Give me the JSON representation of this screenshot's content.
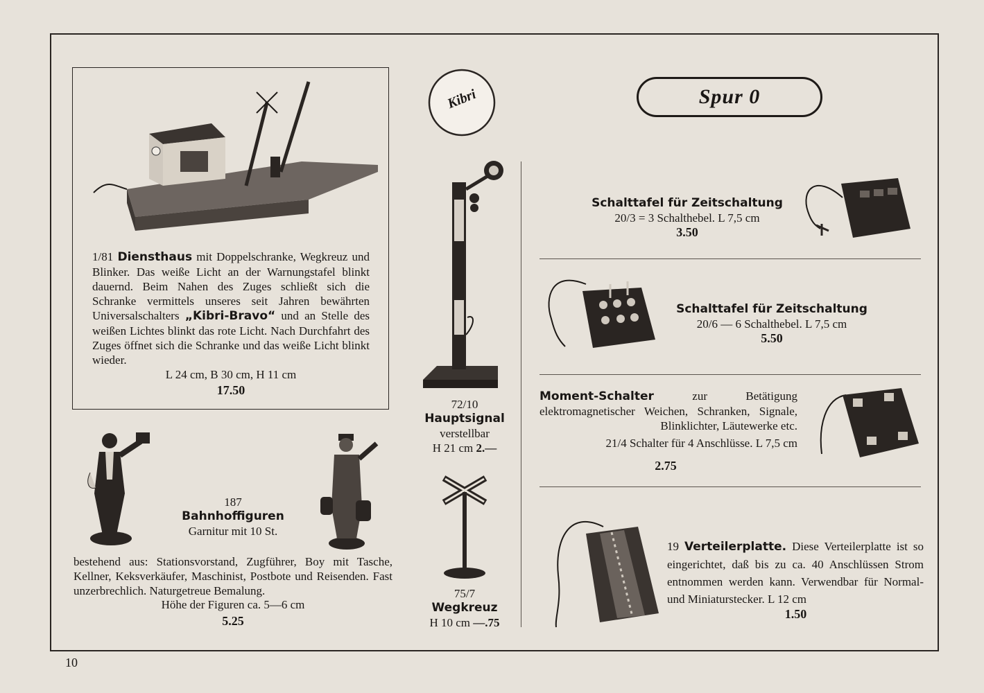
{
  "logo": {
    "text": "Kibri"
  },
  "header": {
    "title": "Spur 0"
  },
  "page_number": "10",
  "items": {
    "diensthaus": {
      "number": "1/81",
      "name": "Diensthaus",
      "lead": "mit Doppelschranke, Wegkreuz und Blinker. Das weiße Licht an der Warnungstafel blinkt dauernd. Beim Nahen des Zuges schließt sich die Schranke vermittels unseres seit Jahren bewährten Universalschalters",
      "brand": "„Kibri-Bravo“",
      "tail": "und an Stelle des weißen Lichtes blinkt das rote Licht. Nach Durchfahrt des Zuges öffnet sich die Schranke und das weiße Licht blinkt wieder.",
      "dims": "L 24 cm, B 30 cm, H 11 cm",
      "price": "17.50"
    },
    "bahnhoffiguren": {
      "number": "187",
      "name": "Bahnhoffiguren",
      "set": "Garnitur mit 10 St.",
      "desc": "bestehend aus: Stationsvorstand, Zugführer, Boy mit Tasche, Kellner, Keksverkäufer, Maschinist, Postbote und Reisenden. Fast unzerbrechlich. Naturgetreue Bemalung.",
      "height": "Höhe der Figuren ca. 5—6 cm",
      "price": "5.25"
    },
    "hauptsignal": {
      "number": "72/10",
      "name": "Hauptsignal",
      "sub": "verstellbar",
      "size": "H 21 cm",
      "price": "2.—"
    },
    "wegkreuz": {
      "number": "75/7",
      "name": "Wegkreuz",
      "size": "H 10 cm",
      "price": "—.75"
    },
    "schalttafel_3": {
      "name": "Schalttafel für Zeitschaltung",
      "spec": "20/3 = 3 Schalthebel.  L 7,5 cm",
      "price": "3.50"
    },
    "schalttafel_6": {
      "name": "Schalttafel für Zeitschaltung",
      "spec": "20/6 — 6 Schalthebel.  L 7,5 cm",
      "price": "5.50"
    },
    "moment_schalter": {
      "name": "Moment-Schalter",
      "desc": "zur Betätigung elektromagnetischer Weichen, Schranken, Signale, Blinklichter, Läutewerke etc.",
      "spec": "21/4  Schalter für 4 Anschlüsse.  L 7,5 cm",
      "price": "2.75"
    },
    "verteilerplatte": {
      "number": "19",
      "name": "Verteilerplatte.",
      "desc": "Diese Verteilerplatte ist so eingerichtet, daß bis zu ca. 40 Anschlüssen Strom entnommen werden kann. Verwendbar für Normal- und Miniaturstecker.  L 12 cm",
      "price": "1.50"
    }
  }
}
